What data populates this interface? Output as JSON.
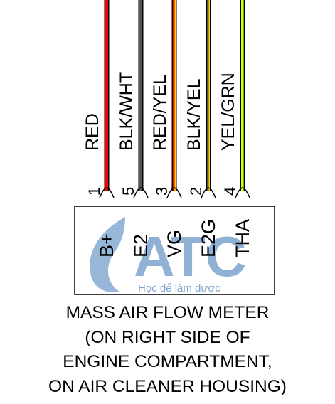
{
  "wires": [
    {
      "label": "RED",
      "pin": "1",
      "terminal": "B+",
      "colors": [
        "#ff0000"
      ]
    },
    {
      "label": "BLK/WHT",
      "pin": "5",
      "terminal": "E2",
      "colors": [
        "#555555"
      ]
    },
    {
      "label": "RED/YEL",
      "pin": "3",
      "terminal": "VG",
      "colors": [
        "#ff0000",
        "#ffd400"
      ]
    },
    {
      "label": "BLK/YEL",
      "pin": "2",
      "terminal": "E2G",
      "colors": [
        "#555555",
        "#ffd400"
      ]
    },
    {
      "label": "YEL/GRN",
      "pin": "4",
      "terminal": "THA",
      "colors": [
        "#f2f200",
        "#22cc22"
      ]
    }
  ],
  "logo": {
    "text": "ATC",
    "tagline": "Học để làm được",
    "color": "#6a98c8"
  },
  "caption": {
    "line1": "MASS AIR FLOW METER",
    "line2": "(ON RIGHT SIDE OF",
    "line3": "ENGINE COMPARTMENT,",
    "line4": "ON AIR CLEANER  HOUSING)"
  }
}
